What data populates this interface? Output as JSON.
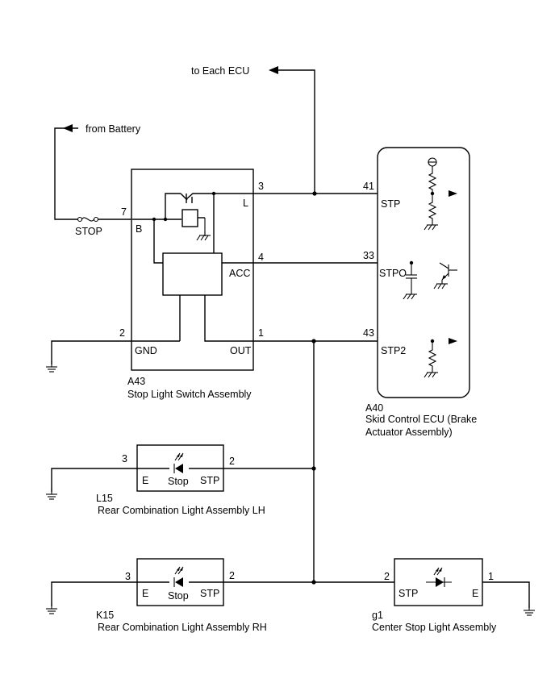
{
  "external_labels": {
    "to_each_ecu": "to Each ECU",
    "from_battery": "from Battery",
    "fuse": "STOP"
  },
  "components": {
    "a43": {
      "code": "A43",
      "name": "Stop Light Switch Assembly",
      "terminals": {
        "b_pin": "7",
        "b_name": "B",
        "l_pin": "3",
        "l_name": "L",
        "acc_pin": "4",
        "acc_name": "ACC",
        "gnd_pin": "2",
        "gnd_name": "GND",
        "out_pin": "1",
        "out_name": "OUT"
      }
    },
    "a40": {
      "code": "A40",
      "name_line1": "Skid Control ECU (Brake",
      "name_line2": "Actuator Assembly)",
      "terminals": {
        "stp_pin": "41",
        "stp_name": "STP",
        "stpo_pin": "33",
        "stpo_name": "STPO",
        "stp2_pin": "43",
        "stp2_name": "STP2"
      }
    },
    "l15": {
      "code": "L15",
      "name": "Rear Combination Light Assembly LH",
      "terminals": {
        "e_pin": "3",
        "e_name": "E",
        "stp_pin": "2",
        "stp_name": "STP"
      },
      "lamp_label": "Stop"
    },
    "k15": {
      "code": "K15",
      "name": "Rear Combination Light Assembly RH",
      "terminals": {
        "e_pin": "3",
        "e_name": "E",
        "stp_pin": "2",
        "stp_name": "STP"
      },
      "lamp_label": "Stop"
    },
    "g1": {
      "code": "g1",
      "name": "Center Stop Light Assembly",
      "terminals": {
        "stp_pin": "2",
        "stp_name": "STP",
        "e_pin": "1",
        "e_name": "E"
      }
    }
  }
}
